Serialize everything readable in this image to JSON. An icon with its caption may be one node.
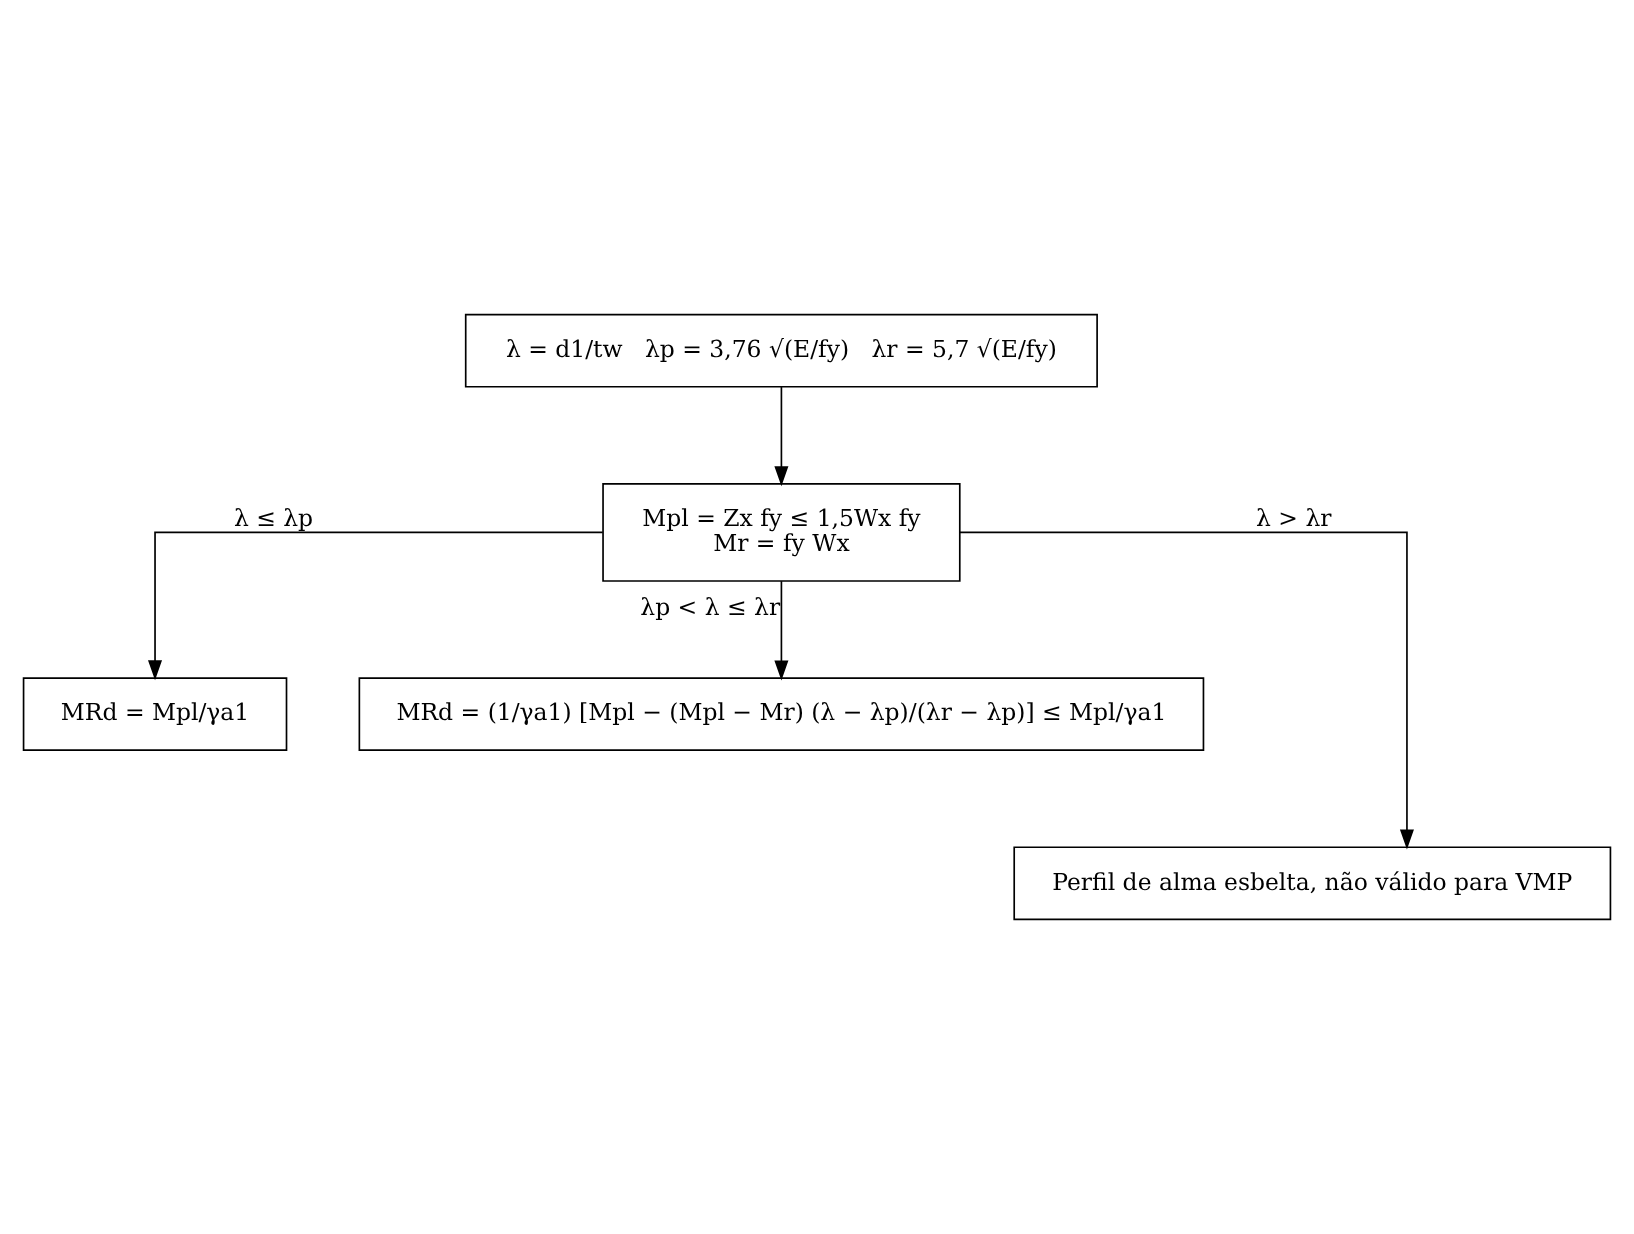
{
  "diagram": {
    "nodes": [
      {
        "text": [
          "λ = d1/tw   λp = 3,76 √(E/fy)   λr = 5,7 √(E/fy)"
        ]
      },
      {
        "text": [
          "Mpl = Zx fy ≤ 1,5Wx fy",
          "Mr = fy Wx"
        ]
      },
      {
        "text": [
          "MRd = Mpl/γa1"
        ]
      },
      {
        "text": [
          "MRd = (1/γa1) [Mpl − (Mpl − Mr) (λ − λp)/(λr − λp)] ≤ Mpl/γa1"
        ]
      },
      {
        "text": [
          "Perfil de alma esbelta, não válido para VMP"
        ]
      }
    ],
    "edges": [
      {
        "from": 0,
        "to": 1,
        "arrow": "to"
      },
      {
        "from": 1,
        "to": 2,
        "arrow": "to",
        "label": "λ ≤ λp"
      },
      {
        "from": 1,
        "to": 4,
        "arrow": "to",
        "label": "λ > λr"
      },
      {
        "from": 1,
        "to": 3,
        "arrow": "to",
        "label": "λp < λ ≤ λr"
      }
    ]
  }
}
